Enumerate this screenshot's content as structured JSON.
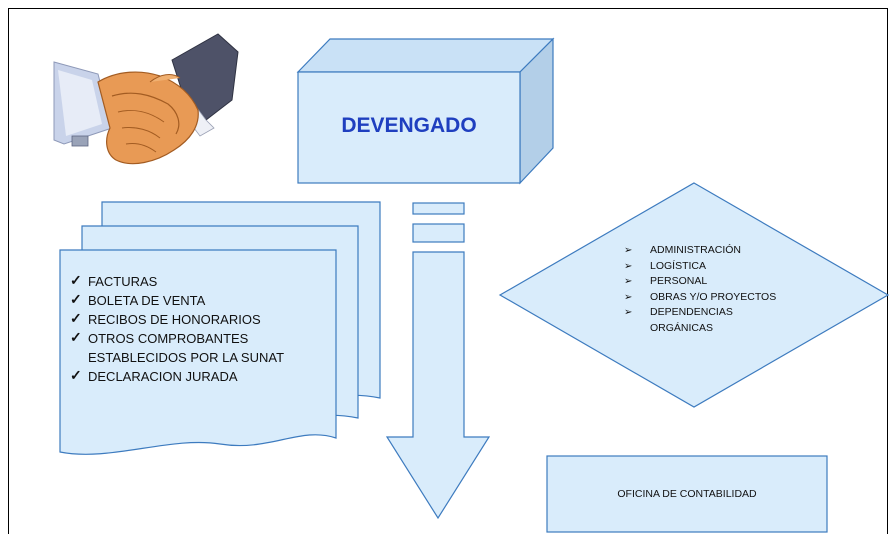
{
  "title": "DEVENGADO",
  "documents": [
    "FACTURAS",
    "BOLETA  DE VENTA",
    "RECIBOS DE HONORARIOS",
    "OTROS COMPROBANTES ESTABLECIDOS POR LA SUNAT",
    "DECLARACION JURADA"
  ],
  "departments": [
    "ADMINISTRACIÓN",
    "LOGÍSTICA",
    "PERSONAL",
    "OBRAS Y/O PROYECTOS",
    "DEPENDENCIAS ORGÁNICAS"
  ],
  "office": "OFICINA DE CONTABILIDAD",
  "icons": {
    "handshake": "handshake-icon",
    "check": "check-icon",
    "bullet": "arrow-bullet-icon"
  },
  "colors": {
    "shape_fill": "#d9ecfb",
    "shape_stroke": "#3d7bbf",
    "title": "#1f3fbf"
  }
}
